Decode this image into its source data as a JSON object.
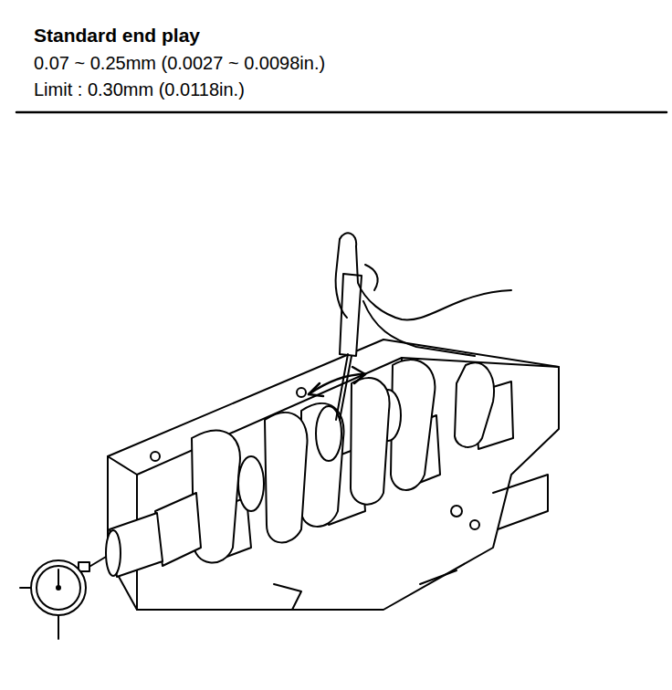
{
  "diagram": {
    "title": "Standard end play",
    "labels": [
      "0.07 ~ 0.25mm (0.0027 ~ 0.0098in.)",
      "Limit : 0.30mm (0.0118in.)"
    ]
  }
}
